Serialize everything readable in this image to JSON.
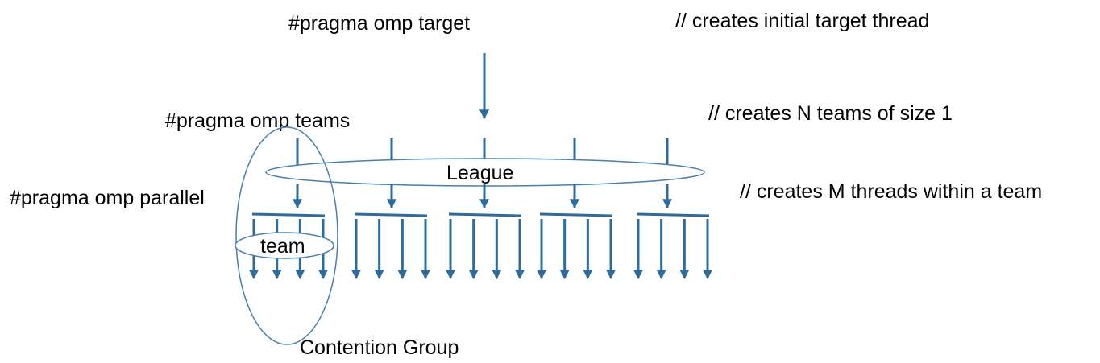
{
  "labels": {
    "target_directive": "#pragma omp target",
    "target_comment": "// creates initial target thread",
    "teams_directive": "#pragma omp teams",
    "teams_comment": "// creates N teams of size 1",
    "parallel_directive": "#pragma omp parallel",
    "parallel_comment": "// creates M threads within a team",
    "league_label": "League",
    "team_label": "team",
    "contention_group_label": "Contention Group"
  },
  "structure": {
    "team_count": 5,
    "threads_per_team": 4
  },
  "colors": {
    "arrow": "#2f6b9a",
    "ellipse_stroke": "#4a7eab",
    "text": "#000000"
  }
}
